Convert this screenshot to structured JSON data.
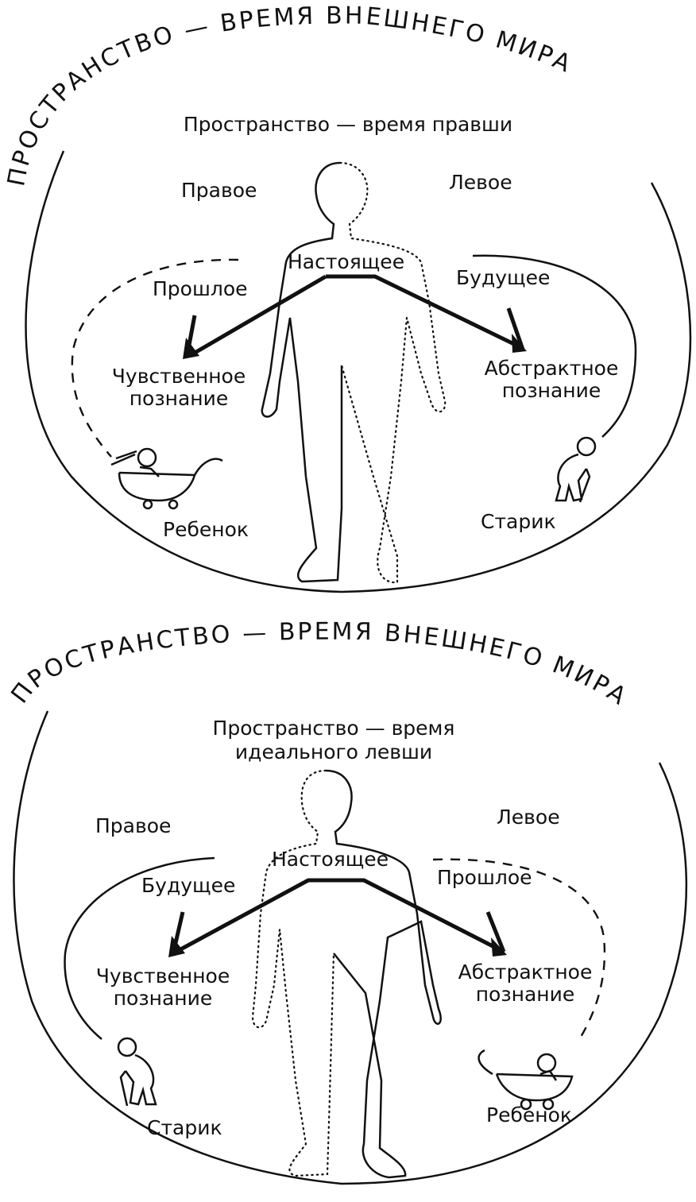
{
  "top": {
    "outer_label": "ПРОСТРАНСТВО — ВРЕМЯ ВНЕШНЕГО МИРА",
    "title_line1": "Пространство — время правши",
    "title_line2": "",
    "right_side": "Правое",
    "left_side": "Левое",
    "present": "Настоящее",
    "past": "Прошлое",
    "future": "Будущее",
    "sensory_1": "Чувственное",
    "sensory_2": "познание",
    "abstract_1": "Абстрактное",
    "abstract_2": "познание",
    "child": "Ребенок",
    "old_man": "Старик"
  },
  "bottom": {
    "outer_label": "ПРОСТРАНСТВО — ВРЕМЯ ВНЕШНЕГО МИРА",
    "title_line1": "Пространство — время",
    "title_line2": "идеального левши",
    "right_side": "Правое",
    "left_side": "Левое",
    "present": "Настоящее",
    "past": "Прошлое",
    "future": "Будущее",
    "sensory_1": "Чувственное",
    "sensory_2": "познание",
    "abstract_1": "Абстрактное",
    "abstract_2": "познание",
    "child": "Ребенок",
    "old_man": "Старик"
  }
}
